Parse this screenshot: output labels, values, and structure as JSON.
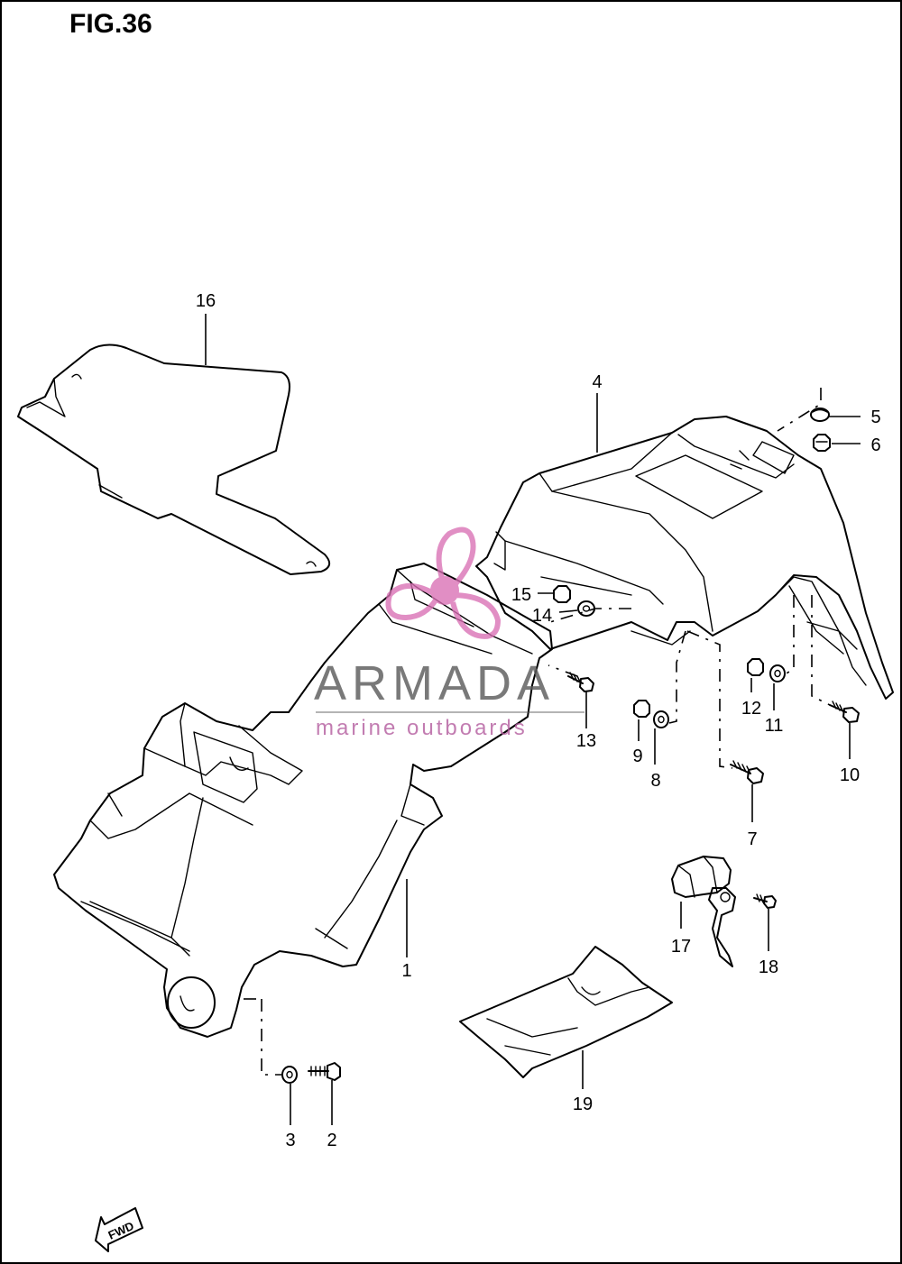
{
  "figure": {
    "title": "FIG.36"
  },
  "callouts": [
    {
      "id": "c1",
      "text": "1"
    },
    {
      "id": "c2",
      "text": "2"
    },
    {
      "id": "c3",
      "text": "3"
    },
    {
      "id": "c4",
      "text": "4"
    },
    {
      "id": "c5",
      "text": "5"
    },
    {
      "id": "c6",
      "text": "6"
    },
    {
      "id": "c7",
      "text": "7"
    },
    {
      "id": "c8",
      "text": "8"
    },
    {
      "id": "c9",
      "text": "9"
    },
    {
      "id": "c10",
      "text": "10"
    },
    {
      "id": "c11",
      "text": "11"
    },
    {
      "id": "c12",
      "text": "12"
    },
    {
      "id": "c13",
      "text": "13"
    },
    {
      "id": "c14",
      "text": "14"
    },
    {
      "id": "c15",
      "text": "15"
    },
    {
      "id": "c16",
      "text": "16"
    },
    {
      "id": "c17",
      "text": "17"
    },
    {
      "id": "c18",
      "text": "18"
    },
    {
      "id": "c19",
      "text": "19"
    }
  ],
  "direction_arrow": {
    "label": "FWD"
  },
  "watermark": {
    "brand": "ARMADA",
    "tagline": "marine outboards",
    "logo_icon": "propeller-icon",
    "colors": {
      "brand": "#5c5c5c",
      "accent": "#d96fb4"
    }
  }
}
